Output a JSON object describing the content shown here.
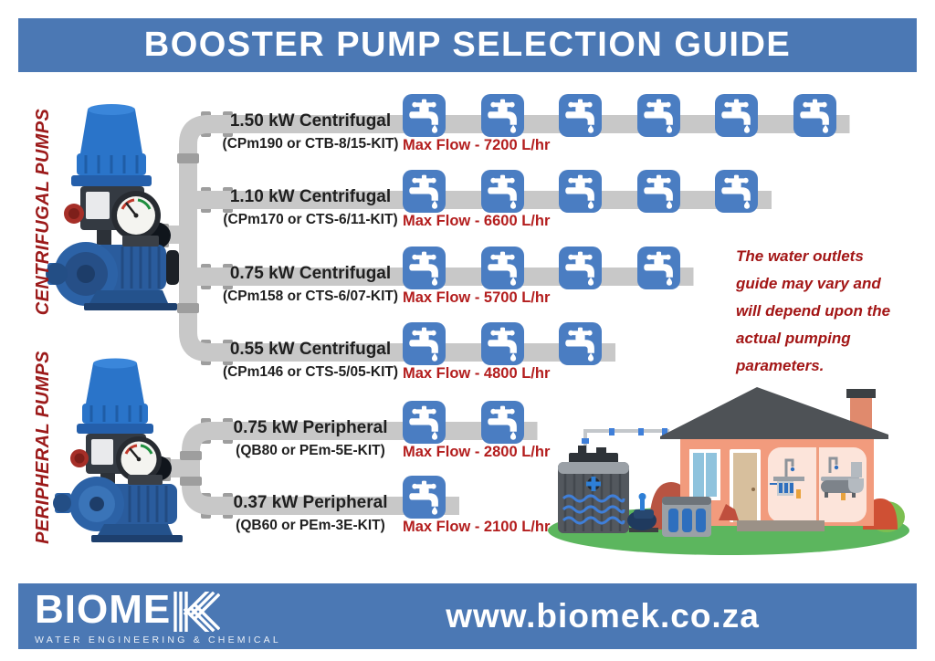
{
  "header": {
    "title": "BOOSTER PUMP SELECTION GUIDE"
  },
  "sections": [
    {
      "label": "CENTRIFUGAL PUMPS"
    },
    {
      "label": "PERIPHERAL PUMPS"
    }
  ],
  "rows": [
    {
      "power": "1.50 kW Centrifugal",
      "kit": "(CPm190 or CTB-8/15-KIT)",
      "max_flow": "Max Flow - 7200 L/hr",
      "outlets": 6
    },
    {
      "power": "1.10 kW Centrifugal",
      "kit": "(CPm170 or CTS-6/11-KIT)",
      "max_flow": "Max Flow - 6600 L/hr",
      "outlets": 5
    },
    {
      "power": "0.75 kW Centrifugal",
      "kit": "(CPm158 or CTS-6/07-KIT)",
      "max_flow": "Max Flow - 5700 L/hr",
      "outlets": 4
    },
    {
      "power": "0.55 kW Centrifugal",
      "kit": "(CPm146 or CTS-5/05-KIT)",
      "max_flow": "Max Flow - 4800 L/hr",
      "outlets": 3
    },
    {
      "power": "0.75 kW Peripheral",
      "kit": "(QB80 or PEm-5E-KIT)",
      "max_flow": "Max Flow - 2800 L/hr",
      "outlets": 2
    },
    {
      "power": "0.37 kW Peripheral",
      "kit": "(QB60 or PEm-3E-KIT)",
      "max_flow": "Max Flow - 2100 L/hr",
      "outlets": 1
    }
  ],
  "note_lines": [
    "The water outlets",
    "guide may vary and",
    "will depend upon the",
    "actual pumping",
    "parameters."
  ],
  "footer": {
    "brand": "BIOMEK",
    "brand_prefix": "BIOME",
    "tagline": "WATER ENGINEERING & CHEMICAL",
    "website": "www.biomek.co.za"
  },
  "icons": {
    "outlet": "faucet-icon"
  },
  "colors": {
    "banner_blue": "#4b78b4",
    "outlet_blue": "#4a7dc2",
    "pipe_gray": "#c8c8c8",
    "max_flow_red": "#b31d1d",
    "category_red": "#9c1a1a"
  }
}
